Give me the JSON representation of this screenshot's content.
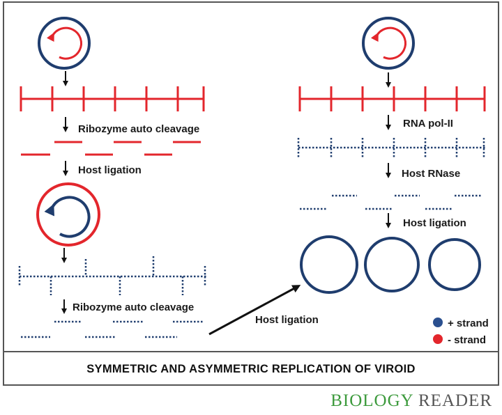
{
  "colors": {
    "plus_strand": "#1f3d6e",
    "minus_strand": "#e3262c",
    "brand_green": "#3c9a3c",
    "brand_gray": "#555555"
  },
  "labels": {
    "left_step1": "Ribozyme  auto cleavage",
    "left_step2": "Host ligation",
    "left_step3": "Ribozyme  auto cleavage",
    "center_ligation": "Host ligation",
    "right_step1": "RNA pol-II",
    "right_step2": "Host RNase",
    "right_step3": "Host ligation"
  },
  "legend": {
    "plus": "+ strand",
    "minus": "- strand"
  },
  "caption": "SYMMETRIC AND ASYMMETRIC REPLICATION OF VIROID",
  "brand": {
    "part1": "BIOLOGY",
    "part2": "READER"
  }
}
